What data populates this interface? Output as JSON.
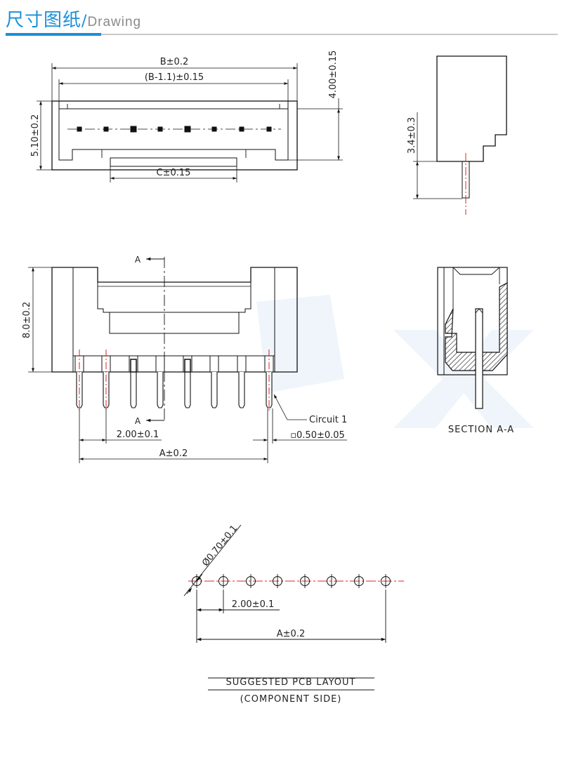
{
  "header": {
    "title_cn": "尺寸图纸",
    "separator": "/",
    "title_en": "Drawing"
  },
  "colors": {
    "accent": "#1a8fd8",
    "centerline": "#e02020",
    "line": "#111111",
    "watermark": "#dce8f3"
  },
  "top_view": {
    "dim_b": "B±0.2",
    "dim_b_minus": "(B-1.1)±0.15",
    "dim_c": "C±0.15",
    "dim_height": "5.10±0.2",
    "dim_depth": "4.00±0.15",
    "pin_count": 8
  },
  "side_view": {
    "dim_pin": "3.4±0.3"
  },
  "front_view": {
    "dim_height": "8.0±0.2",
    "section_marker": "A",
    "pitch": "2.00±0.1",
    "pin_size": "▫0.50±0.05",
    "dim_a": "A±0.2",
    "circuit_label": "Circuit 1",
    "pin_count": 8
  },
  "section_view": {
    "caption": "SECTION A-A"
  },
  "pcb_layout": {
    "hole_dia": "Ø0.70±0.1",
    "pitch": "2.00±0.1",
    "dim_a": "A±0.2",
    "caption_line1": "SUGGESTED PCB LAYOUT",
    "caption_line2": "(COMPONENT SIDE)",
    "hole_count": 8
  }
}
